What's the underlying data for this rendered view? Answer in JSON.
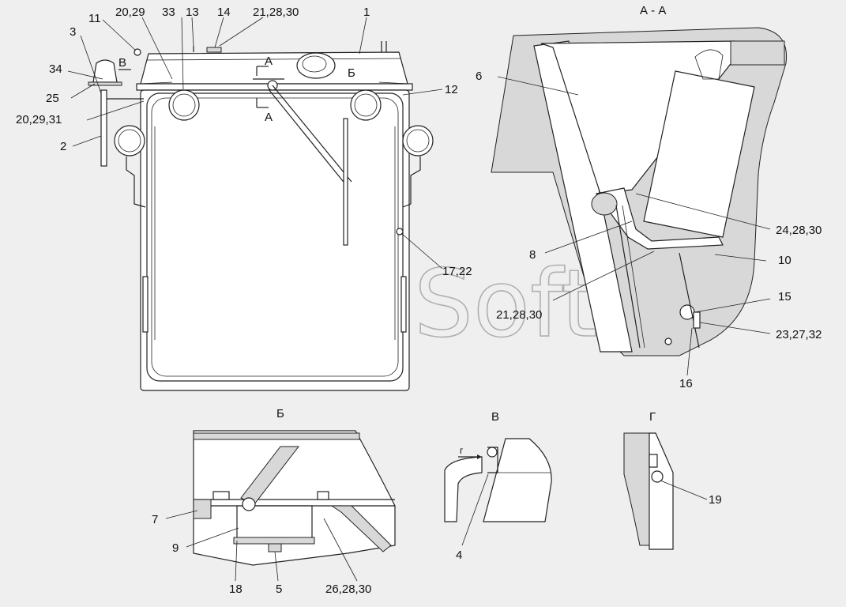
{
  "watermark": "AutoSoft",
  "views": {
    "section_aa": "А - А",
    "view_b": "Б",
    "view_v": "В",
    "view_g": "Г"
  },
  "markers": {
    "a_top": "А",
    "a_bottom": "А",
    "b": "Б",
    "v": "В",
    "g": "г"
  },
  "callouts": [
    "11",
    "20,29",
    "33",
    "13",
    "14",
    "21,28,30",
    "1",
    "3",
    "34",
    "25",
    "20,29,31",
    "2",
    "12",
    "17,22",
    "6",
    "24,28,30",
    "8",
    "10",
    "21,28,30",
    "15",
    "23,27,32",
    "16",
    "7",
    "9",
    "18",
    "5",
    "26,28,30",
    "4",
    "19"
  ]
}
